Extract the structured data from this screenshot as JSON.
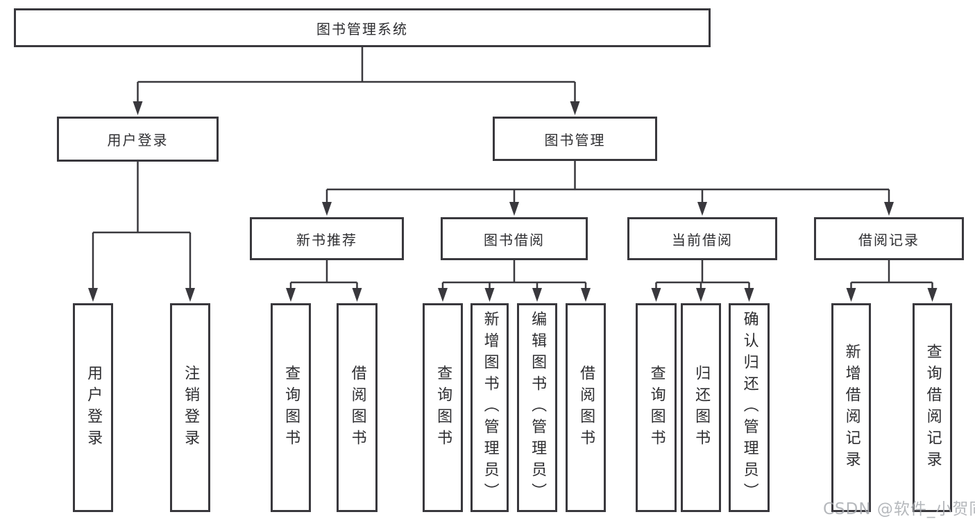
{
  "tree": {
    "root": {
      "label": "图书管理系统",
      "children": [
        {
          "label": "用户登录",
          "children": [
            {
              "label": "用户登录"
            },
            {
              "label": "注销登录"
            }
          ]
        },
        {
          "label": "图书管理",
          "children": [
            {
              "label": "新书推荐",
              "children": [
                {
                  "label": "查询图书"
                },
                {
                  "label": "借阅图书"
                }
              ]
            },
            {
              "label": "图书借阅",
              "children": [
                {
                  "label": "查询图书"
                },
                {
                  "label": "新增图书（管理员）"
                },
                {
                  "label": "编辑图书（管理员）"
                },
                {
                  "label": "借阅图书"
                }
              ]
            },
            {
              "label": "当前借阅",
              "children": [
                {
                  "label": "查询图书"
                },
                {
                  "label": "归还图书"
                },
                {
                  "label": "确认归还（管理员）"
                }
              ]
            },
            {
              "label": "借阅记录",
              "children": [
                {
                  "label": "新增借阅记录"
                },
                {
                  "label": "查询借阅记录"
                }
              ]
            }
          ]
        }
      ]
    }
  },
  "watermark": {
    "text": "CSDN @软件_小贺同学"
  },
  "colors": {
    "line": "#39383d",
    "text": "#2e2e31",
    "watermark": "#a9acb1",
    "background": "#ffffff"
  }
}
